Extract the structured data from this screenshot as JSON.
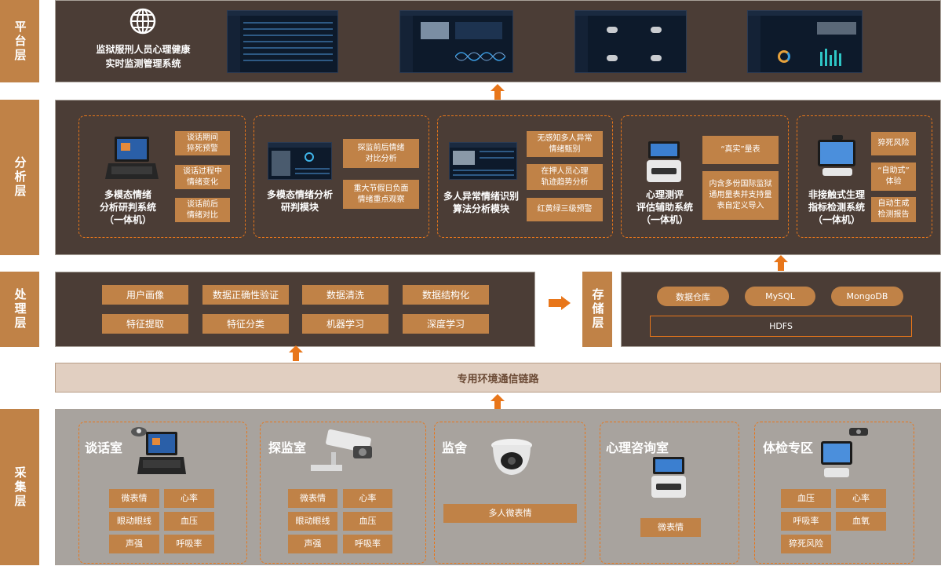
{
  "layers": {
    "platform": "平台层",
    "analysis": "分析层",
    "processing": "处理层",
    "storage": "存储层",
    "collection": "采集层"
  },
  "platform": {
    "title": "监狱服刑人员心理健康\n实时监测管理系统"
  },
  "analysis": {
    "modules": [
      {
        "title": "多模态情绪\n分析研判系统\n（一体机）",
        "items": [
          "谈话期间\n猝死预警",
          "谈话过程中\n情绪变化",
          "谈话前后\n情绪对比"
        ]
      },
      {
        "title": "多模态情绪分析\n研判模块",
        "items": [
          "探监前后情绪\n对比分析",
          "重大节假日负面\n情绪重点观察"
        ]
      },
      {
        "title": "多人异常情绪识别\n算法分析模块",
        "items": [
          "无感知多人异常\n情绪甄别",
          "在押人员心理\n轨迹趋势分析",
          "红黄绿三级预警"
        ]
      },
      {
        "title": "心理测评\n评估辅助系统\n（一体机）",
        "items": [
          "“真实”量表",
          "内含多份国际监狱\n通用量表并支持量\n表自定义导入"
        ]
      },
      {
        "title": "非接触式生理\n指标检测系统\n（一体机）",
        "items": [
          "猝死风险",
          "“自助式”\n体验",
          "自动生成\n检测报告"
        ]
      }
    ]
  },
  "processing": {
    "items": [
      "用户画像",
      "数据正确性验证",
      "数据清洗",
      "数据结构化",
      "特征提取",
      "特征分类",
      "机器学习",
      "深度学习"
    ]
  },
  "storage": {
    "items": [
      "数据仓库",
      "MySQL",
      "MongoDB"
    ],
    "base": "HDFS"
  },
  "link": {
    "label": "专用环境通信链路"
  },
  "collection": {
    "rooms": [
      {
        "title": "谈话室",
        "items": [
          "微表情",
          "心率",
          "眼动眼线",
          "血压",
          "声强",
          "呼吸率"
        ]
      },
      {
        "title": "探监室",
        "items": [
          "微表情",
          "心率",
          "眼动眼线",
          "血压",
          "声强",
          "呼吸率"
        ]
      },
      {
        "title": "监舍",
        "items": [
          "多人微表情"
        ]
      },
      {
        "title": "心理咨询室",
        "items": [
          "微表情"
        ]
      },
      {
        "title": "体检专区",
        "items": [
          "血压",
          "心率",
          "呼吸率",
          "血氧",
          "猝死风险"
        ]
      }
    ]
  },
  "colors": {
    "accent": "#c08247",
    "arrow": "#e8761a",
    "dark": "#4b3d36",
    "gray": "#a8a39e",
    "link_bg": "#e1cfc1"
  },
  "icons": [
    "globe-icon",
    "laptop-icon",
    "camera-icon",
    "dome-camera-icon",
    "kiosk-icon",
    "arrow-up-icon",
    "arrow-right-icon"
  ]
}
